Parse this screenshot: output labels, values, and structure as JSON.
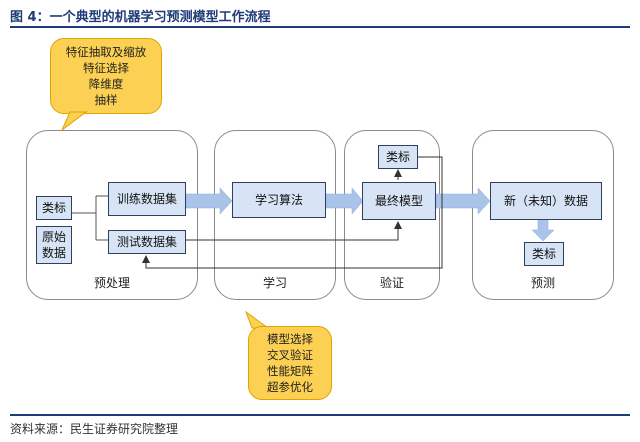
{
  "header": {
    "title": "图 4：一个典型的机器学习预测模型工作流程"
  },
  "stages": {
    "preprocess": "预处理",
    "learn": "学习",
    "validate": "验证",
    "predict": "预测"
  },
  "boxes": {
    "label_left": "类标",
    "raw_data": "原始\n数据",
    "train_set": "训练数据集",
    "test_set": "测试数据集",
    "algorithm": "学习算法",
    "final_model": "最终模型",
    "label_validate": "类标",
    "new_data": "新（未知）数据",
    "label_predict": "类标"
  },
  "callouts": {
    "preprocess": [
      "特征抽取及缩放",
      "特征选择",
      "降维度",
      "抽样"
    ],
    "learn": [
      "模型选择",
      "交叉验证",
      "性能矩阵",
      "超参优化"
    ]
  },
  "footer": {
    "source": "资料来源：民生证券研究院整理"
  },
  "colors": {
    "box_fill": "#d6e4f5",
    "arrow_fill": "#a9c4e8",
    "callout_fill": "#fcd052",
    "title_blue": "#1f3a78"
  }
}
